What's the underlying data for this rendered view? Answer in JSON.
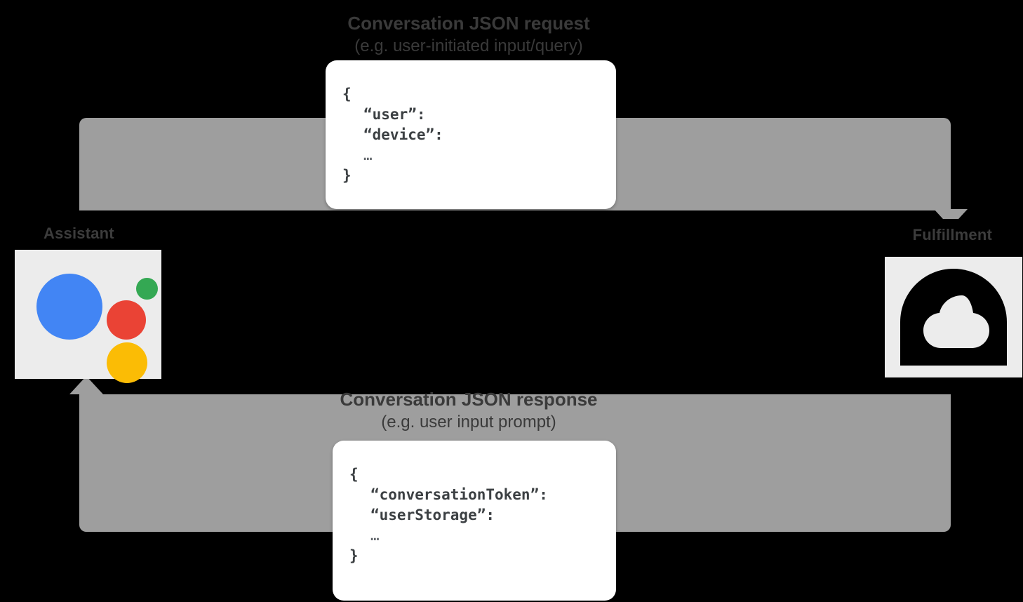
{
  "diagram": {
    "type": "sequence-flow",
    "background_color": "#000000",
    "arrow_color": "#9e9e9e",
    "tile_color": "#ececec"
  },
  "nodes": [
    {
      "id": "assistant",
      "caption": "Assistant",
      "icon": "google-assistant-logo",
      "dots": [
        {
          "name": "blue-dot",
          "color": "#4285F4"
        },
        {
          "name": "red-dot",
          "color": "#EA4335"
        },
        {
          "name": "green-dot",
          "color": "#34A853"
        },
        {
          "name": "yellow-dot",
          "color": "#FBBC05"
        }
      ]
    },
    {
      "id": "fulfillment",
      "caption": "Fulfillment",
      "icon": "cloud-dome-icon"
    }
  ],
  "flows": [
    {
      "id": "request",
      "direction": "assistant-to-fulfillment",
      "title": "Conversation JSON request",
      "subtitle": "(e.g. user-initiated input/query)",
      "payload": {
        "open": "{",
        "lines": [
          "“user”:",
          "“device”:"
        ],
        "ellipsis": "…",
        "close": "}"
      }
    },
    {
      "id": "response",
      "direction": "fulfillment-to-assistant",
      "title": "Conversation JSON response",
      "subtitle": "(e.g. user input prompt)",
      "payload": {
        "open": "{",
        "lines": [
          "“conversationToken”:",
          "“userStorage”:"
        ],
        "ellipsis": "…",
        "close": "}"
      }
    }
  ]
}
